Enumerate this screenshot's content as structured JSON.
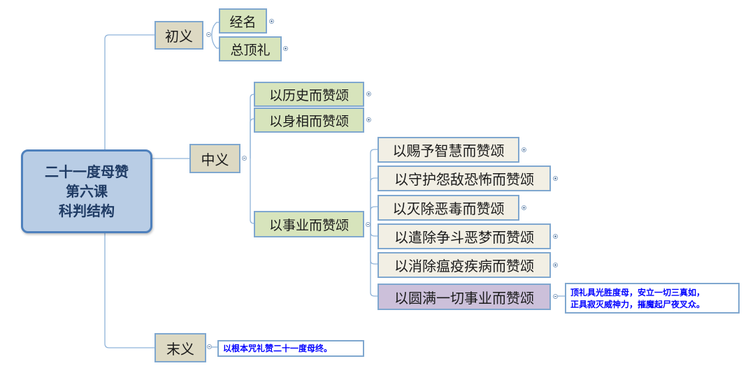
{
  "root": {
    "lines": [
      "二十一度母赞",
      "第六课",
      "科判结构"
    ]
  },
  "branches": {
    "chu": {
      "label": "初义",
      "children": [
        "经名",
        "总顶礼"
      ]
    },
    "zhong": {
      "label": "中义",
      "children": [
        "以历史而赞颂",
        "以身相而赞颂",
        "以事业而赞颂"
      ],
      "shiye_children": [
        "以赐予智慧而赞颂",
        "以守护怨敌恐怖而赞颂",
        "以灭除恶毒而赞颂",
        "以遣除争斗恶梦而赞颂",
        "以消除瘟疫疾病而赞颂",
        "以圆满一切事业而赞颂"
      ],
      "yuanman_note": [
        "顶礼具光胜度母，安立一切三真如，",
        "正具寂灭威神力，摧魔起尸夜叉众。"
      ]
    },
    "mo": {
      "label": "末义",
      "note": "以根本咒礼赞二十一度母终。"
    }
  },
  "colors": {
    "root_fill": "#b9cde5",
    "root_border": "#4f81bd",
    "level1_fill": "#ddd9c3",
    "level2_fill": "#d7e4bc",
    "level3_fill": "#f2efe4",
    "highlight_fill": "#ccc0da",
    "note_text": "#0000ff",
    "connector": "#7fa7cf"
  }
}
